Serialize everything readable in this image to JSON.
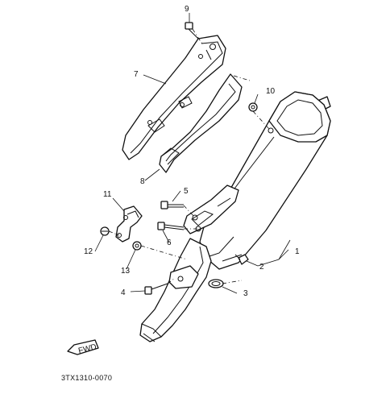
{
  "diagram": {
    "callouts": [
      {
        "id": "c1",
        "label": "1"
      },
      {
        "id": "c2",
        "label": "2"
      },
      {
        "id": "c3",
        "label": "3"
      },
      {
        "id": "c4",
        "label": "4"
      },
      {
        "id": "c5",
        "label": "5"
      },
      {
        "id": "c6",
        "label": "6"
      },
      {
        "id": "c7",
        "label": "7"
      },
      {
        "id": "c8",
        "label": "8"
      },
      {
        "id": "c9",
        "label": "9"
      },
      {
        "id": "c10",
        "label": "10"
      },
      {
        "id": "c11",
        "label": "11"
      },
      {
        "id": "c12",
        "label": "12"
      },
      {
        "id": "c13",
        "label": "13"
      }
    ],
    "fwd_label": "FWD",
    "drawing_code": "3TX1310-0070"
  }
}
